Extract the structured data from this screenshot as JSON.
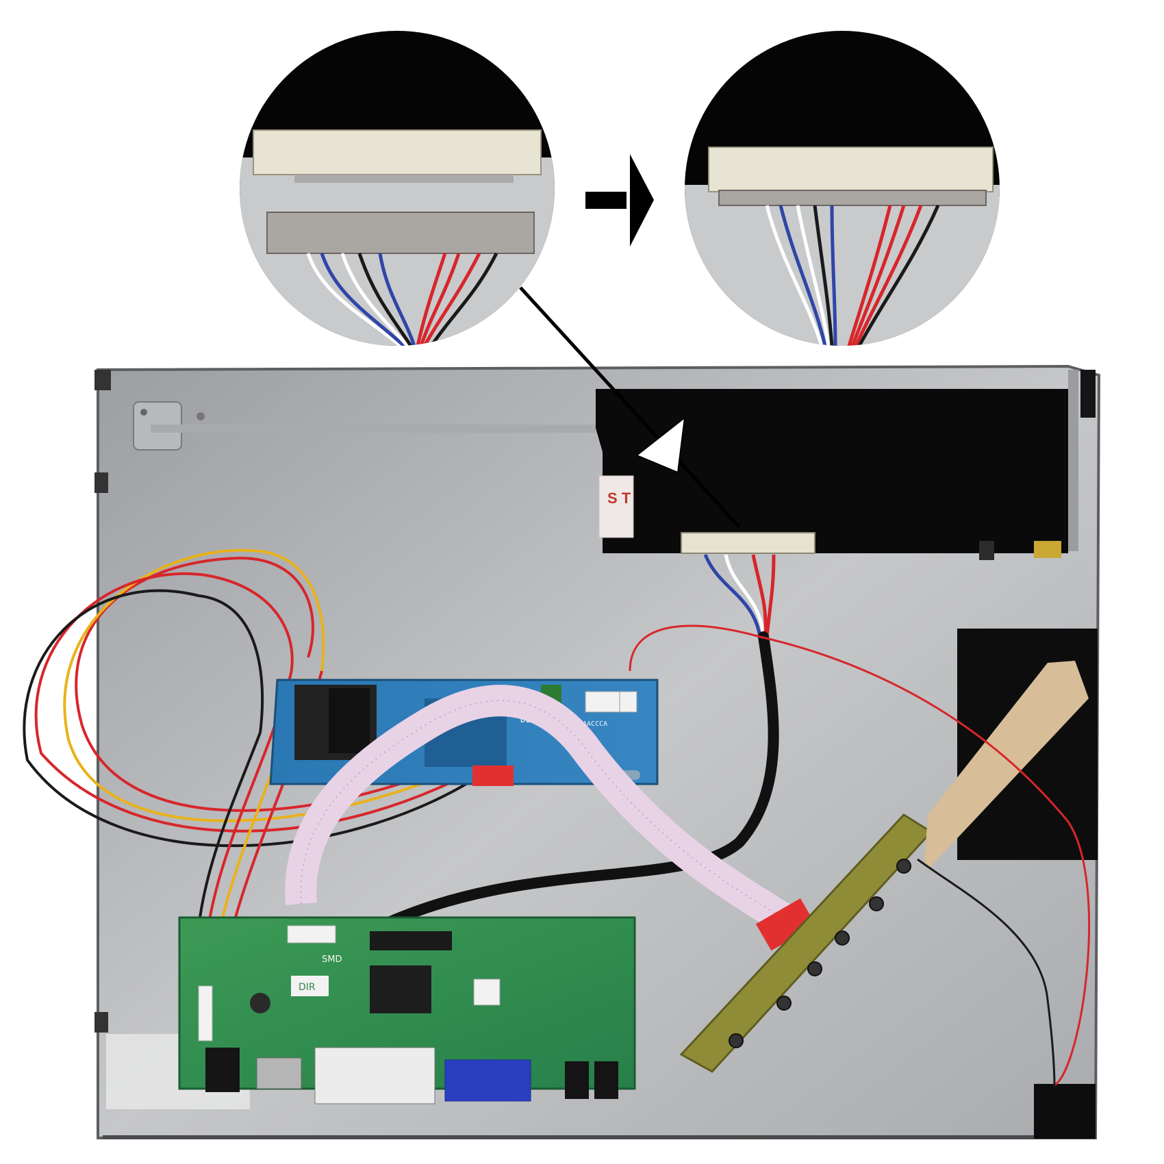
{
  "scene": {
    "description_label": "",
    "colors": {
      "background": "#ffffff",
      "panel_metal": "#bfc0c2",
      "panel_black_tape": "#0a0a0a",
      "driver_board_green": "#2f8a4a",
      "inverter_board_blue": "#2a6fa8",
      "keypad_board": "#8a8a2e",
      "wire_red": "#d7262b",
      "wire_black": "#1a1a1a",
      "wire_yellow": "#e9b21a",
      "wire_blue": "#2f45a8",
      "ribbon_pink": "#e8d2e6",
      "connector_red": "#e23030",
      "zoom_circle_bg": "#050505",
      "arrow": "#000000"
    },
    "labels": {
      "inverter_model": "DZ-LH-2002",
      "driver_dir_label": "DIR",
      "driver_smd_label": "SMD",
      "sticker_text": "S T",
      "inverter_caps": "CAACCCA"
    },
    "icons": {
      "arrow_right": "arrow-right-icon",
      "pointer_arrow": "pointer-arrow-icon"
    }
  }
}
